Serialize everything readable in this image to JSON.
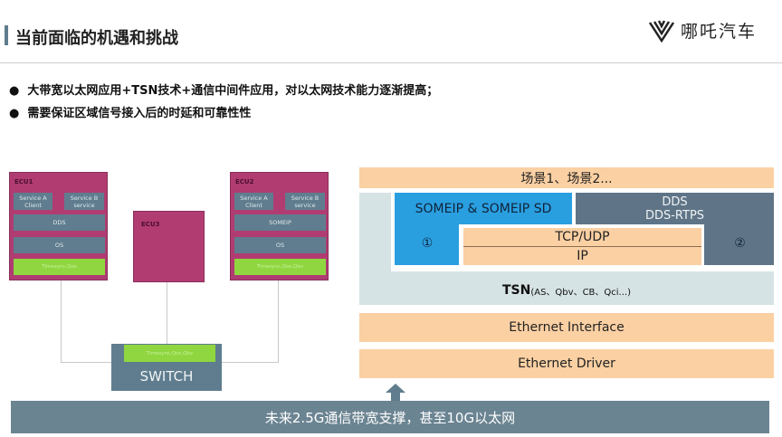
{
  "header": {
    "title": "当前面临的机遇和挑战",
    "logo_text": "哪吒汽车"
  },
  "bullets": [
    "大带宽以太网应用+TSN技术+通信中间件应用，对以太网技术能力逐渐提高；",
    "需要保证区域信号接入后的时延和可靠性性"
  ],
  "left_diagram": {
    "ecu1": {
      "label": "ECU1",
      "service_a": "Service A Client",
      "service_b": "Service B service",
      "middleware": "DDS",
      "os": "OS",
      "tsn": "Timesync,Qos"
    },
    "ecu2": {
      "label": "ECU2",
      "service_a": "Service A Client",
      "service_b": "Service B service",
      "middleware": "SOMEIP",
      "os": "OS",
      "tsn": "Timesync,Qos,Qbv"
    },
    "ecu3": {
      "label": "ECU3"
    },
    "switch": {
      "label": "SWITCH",
      "tsn": "Timesync,Qos,Qbv"
    }
  },
  "stack": {
    "scenarios": "场景1、场景2...",
    "someip": "SOMEIP & SOMEIP SD",
    "someip_num": "①",
    "dds": "DDS",
    "dds_rtps": "DDS-RTPS",
    "dds_num": "②",
    "tcp_udp": "TCP/UDP",
    "ip": "IP",
    "tsn": "TSN",
    "tsn_detail": "(AS、Qbv、CB、Qci...)",
    "eth_interface": "Ethernet Interface",
    "eth_driver": "Ethernet Driver"
  },
  "footer": {
    "text": "未来2.5G通信带宽支撑，甚至10G以太网"
  }
}
